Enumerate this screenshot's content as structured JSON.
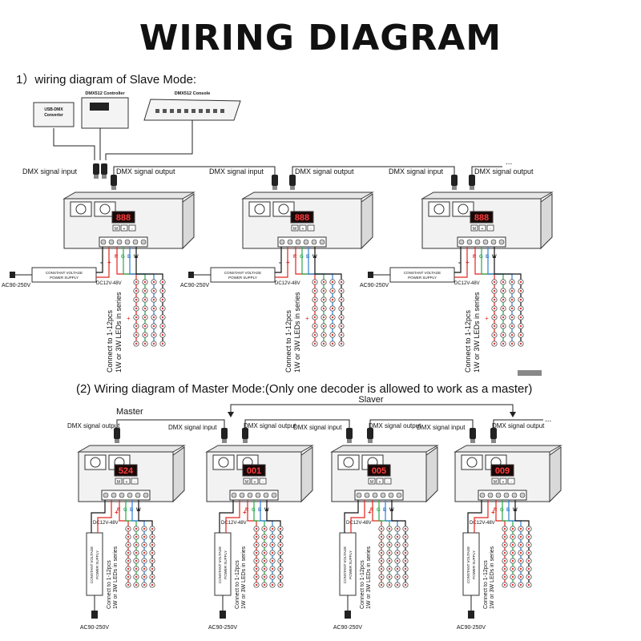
{
  "title": "WIRING DIAGRAM",
  "slave_section": {
    "heading": "1）wiring  diagram of Slave Mode:",
    "usb_converter": "USB-DMX Converter",
    "dmx_controller": "DMX512 Controller",
    "dmx_console": "DMX512 Console",
    "dmx_in": "DMX signal input",
    "dmx_out": "DMX signal output",
    "ellipsis": "...",
    "psu_label": "CONSTANT VOLTAGE POWER SUPPLY",
    "ac_label": "AC90-250V",
    "dc_label": "DC12V-48V",
    "series_line1": "Connect to 1-12pcs",
    "series_line2": "1W or 3W LEDs in series",
    "minus": "-",
    "plus": "+",
    "channels": [
      "R",
      "G",
      "B",
      "W"
    ],
    "buttons": [
      "M",
      "+",
      "-"
    ]
  },
  "master_section": {
    "heading": "(2) Wiring diagram of Master Mode:(Only one decoder is allowed to work as a master)",
    "master_label": "Master",
    "slaver_label": "Slaver",
    "dmx_in": "DMX signal input",
    "dmx_out": "DMX signal output",
    "ellipsis": "...",
    "ac_label": "AC90-250V",
    "dc_label": "DC12V-48V",
    "displays": [
      "524",
      "001",
      "005",
      "009"
    ]
  },
  "colors": {
    "red": "#e0261e",
    "green": "#2aa84a",
    "blue": "#2f7fd6",
    "black": "#111111",
    "led_red": "#d33",
    "display_bg": "#1a0808"
  }
}
